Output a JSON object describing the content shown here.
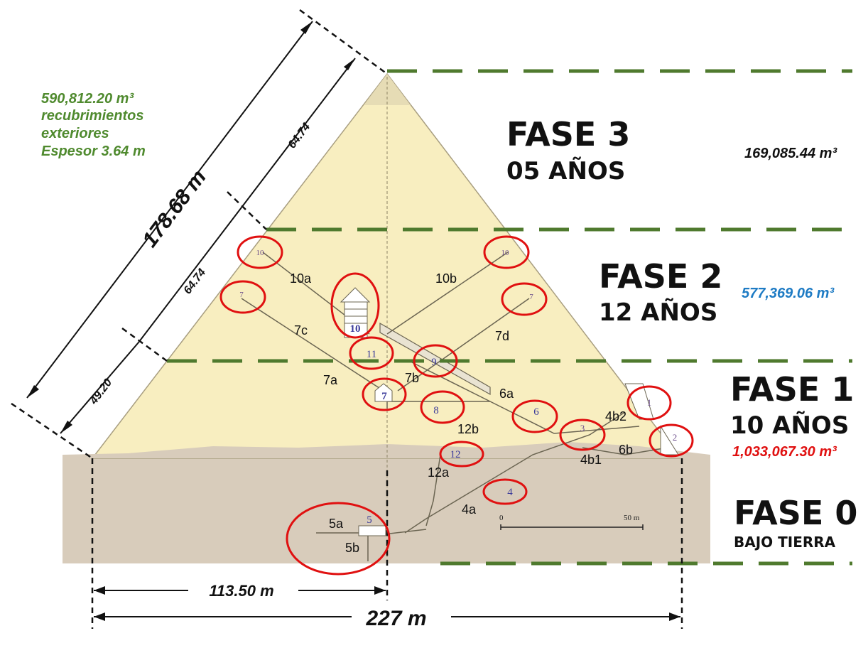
{
  "colors": {
    "pyramid_fill": "#f8eec0",
    "ground_fill": "#d8ccbb",
    "phase_line": "#4f7a2e",
    "highlight": "#e01010",
    "volume_green": "#4f8a2e",
    "volume_blue": "#1e7bc4",
    "volume_red": "#e01010"
  },
  "casing_note": {
    "volume": "590,812.20 m³",
    "line1": "recubrimientos",
    "line2": "exteriores",
    "thickness": "Espesor 3.64 m"
  },
  "phases": [
    {
      "id": "fase3",
      "name": "FASE 3",
      "duration": "05 AÑOS",
      "volume": "169,085.44 m³"
    },
    {
      "id": "fase2",
      "name": "FASE 2",
      "duration": "12 AÑOS",
      "volume": "577,369.06 m³"
    },
    {
      "id": "fase1",
      "name": "FASE 1",
      "duration": "10 AÑOS",
      "volume": "1,033,067.30 m³"
    },
    {
      "id": "fase0",
      "name": "FASE 0",
      "duration": "BAJO TIERRA",
      "volume": ""
    }
  ],
  "dimensions": {
    "slant_total": "178.68 m",
    "slant_top": "64.74",
    "slant_mid": "64.74",
    "slant_bottom": "49.20",
    "half_base": "113.50 m",
    "base": "227 m"
  },
  "chamber_labels": [
    "10a",
    "10b",
    "7c",
    "7d",
    "7a",
    "7b",
    "6a",
    "4b2",
    "12b",
    "6b",
    "4b1",
    "12a",
    "4a",
    "5a",
    "5b"
  ],
  "chamber_numbers": [
    "10",
    "10",
    "7",
    "7",
    "10",
    "11",
    "9",
    "7",
    "8",
    "6",
    "3",
    "1",
    "2",
    "12",
    "4",
    "5"
  ],
  "scale_bar": {
    "start": "0",
    "end": "50 m"
  }
}
